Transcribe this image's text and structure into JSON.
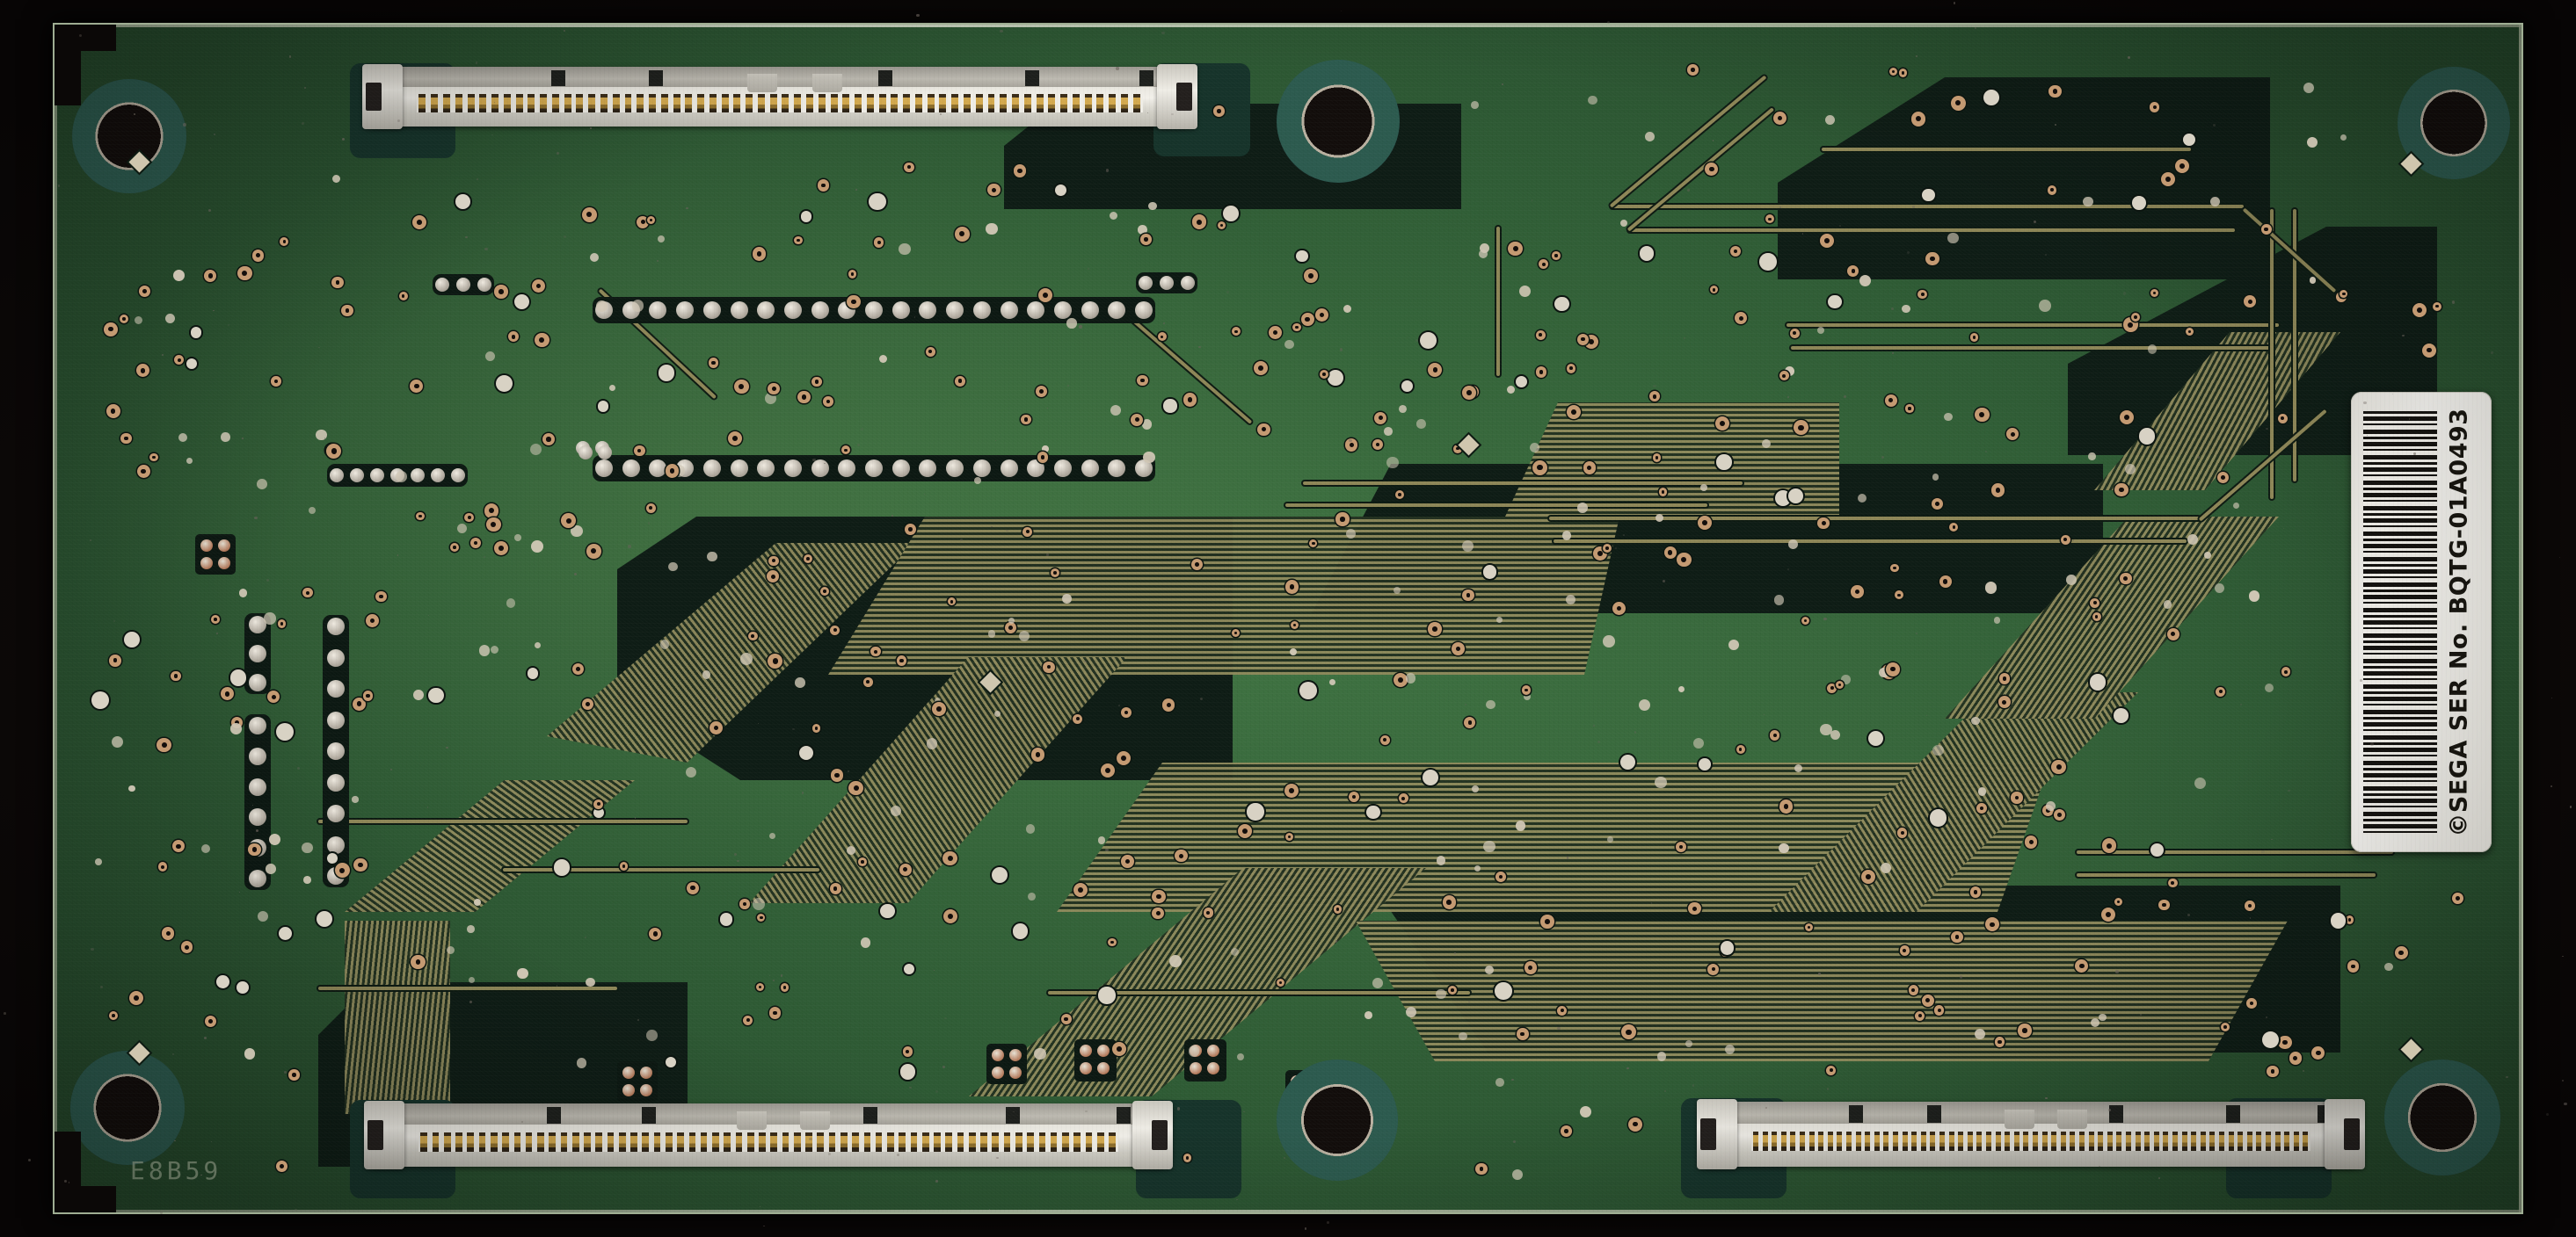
{
  "scene": {
    "subject": "sega-arcade-pcb-solder-side",
    "background_color": "#0b0807",
    "board_color": "#2f5c35"
  },
  "board": {
    "substrate": "FR-4 green solder mask",
    "copper_color": "#8d8657",
    "pad_color": "#c49a72",
    "plane_void_color": "#0e1c15"
  },
  "label": {
    "name": "serial-number-sticker",
    "line1": "BQTG-01A0493",
    "line2": "©SEGA SER No.",
    "full_text": "©SEGA SER No.  BQTG-01A0493",
    "barcode": "code39-vertical",
    "background": "#f4f2ec",
    "ink": "#17150f"
  },
  "silkscreen": {
    "board_code": "E8B59"
  },
  "connectors": [
    {
      "name": "top-ffc-connector",
      "position": "top-left",
      "pins": 60,
      "color": "#efede6"
    },
    {
      "name": "bottom-left-ffc-connector",
      "position": "bottom-left",
      "pins": 60,
      "color": "#efede6"
    },
    {
      "name": "bottom-right-ffc-connector",
      "position": "bottom-right",
      "pins": 60,
      "color": "#efede6"
    }
  ],
  "mounting_holes": {
    "count": 6,
    "ring_color": "#2c5a4e",
    "positions": [
      "top-left",
      "top-center",
      "top-right",
      "bottom-left",
      "bottom-center",
      "bottom-right"
    ]
  },
  "footprints": [
    {
      "name": "dip-socket-upper",
      "rows": 2,
      "pins_per_row": 21,
      "type": "DIP-42"
    },
    {
      "name": "dip-socket-lower",
      "rows": 2,
      "pins_per_row": 21,
      "type": "DIP-42"
    },
    {
      "name": "header-column-left",
      "pins": 8,
      "type": "SIP"
    },
    {
      "name": "header-column-right",
      "pins": 9,
      "type": "SIP"
    }
  ]
}
